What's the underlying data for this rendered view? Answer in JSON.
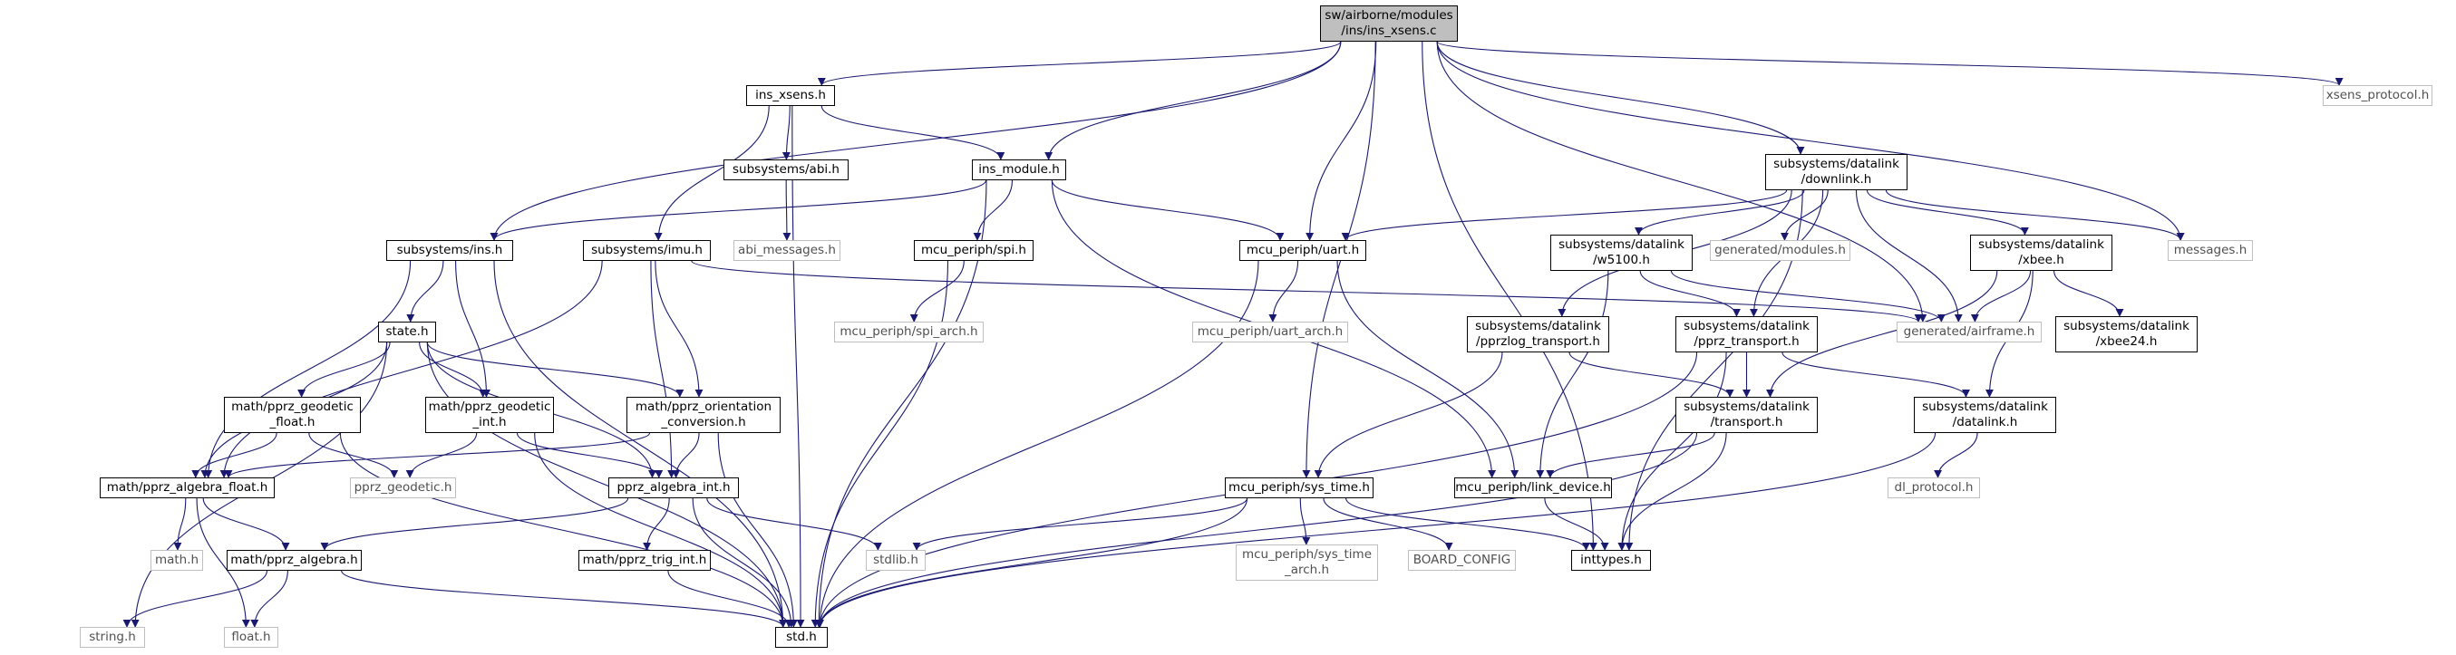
{
  "colors": {
    "edge": "#191970",
    "external_border": "#bfbfbf",
    "root_fill": "#bfbfbf"
  },
  "nodes": {
    "root": "sw/airborne/modules\n/ins/ins_xsens.c",
    "ins_xsens_h": "ins_xsens.h",
    "xsens_protocol_h": "xsens_protocol.h",
    "subsystems_abi_h": "subsystems/abi.h",
    "ins_module_h": "ins_module.h",
    "abi_messages_h": "abi_messages.h",
    "subsystems_ins_h": "subsystems/ins.h",
    "subsystems_imu_h": "subsystems/imu.h",
    "mcu_periph_spi_h": "mcu_periph/spi.h",
    "mcu_periph_spi_arch_h": "mcu_periph/spi_arch.h",
    "mcu_periph_uart_h": "mcu_periph/uart.h",
    "mcu_periph_uart_arch_h": "mcu_periph/uart_arch.h",
    "datalink_downlink_h": "subsystems/datalink\n/downlink.h",
    "datalink_w5100_h": "subsystems/datalink\n/w5100.h",
    "generated_modules_h": "generated/modules.h",
    "datalink_xbee_h": "subsystems/datalink\n/xbee.h",
    "messages_h": "messages.h",
    "generated_airframe_h": "generated/airframe.h",
    "state_h": "state.h",
    "datalink_pprzlog_transport_h": "subsystems/datalink\n/pprzlog_transport.h",
    "datalink_pprz_transport_h": "subsystems/datalink\n/pprz_transport.h",
    "datalink_xbee24_h": "subsystems/datalink\n/xbee24.h",
    "math_pprz_geodetic_float_h": "math/pprz_geodetic\n_float.h",
    "math_pprz_geodetic_int_h": "math/pprz_geodetic\n_int.h",
    "math_pprz_orientation_conversion_h": "math/pprz_orientation\n_conversion.h",
    "datalink_transport_h": "subsystems/datalink\n/transport.h",
    "datalink_datalink_h": "subsystems/datalink\n/datalink.h",
    "math_pprz_algebra_float_h": "math/pprz_algebra_float.h",
    "pprz_geodetic_h": "pprz_geodetic.h",
    "pprz_algebra_int_h": "pprz_algebra_int.h",
    "mcu_periph_sys_time_h": "mcu_periph/sys_time.h",
    "mcu_periph_link_device_h": "mcu_periph/link_device.h",
    "dl_protocol_h": "dl_protocol.h",
    "math_h": "math.h",
    "math_pprz_algebra_h": "math/pprz_algebra.h",
    "stdlib_h": "stdlib.h",
    "math_pprz_trig_int_h": "math/pprz_trig_int.h",
    "mcu_periph_sys_time_arch_h": "mcu_periph/sys_time\n_arch.h",
    "board_config": "BOARD_CONFIG",
    "inttypes_h": "inttypes.h",
    "string_h": "string.h",
    "float_h": "float.h",
    "std_h": "std.h"
  }
}
